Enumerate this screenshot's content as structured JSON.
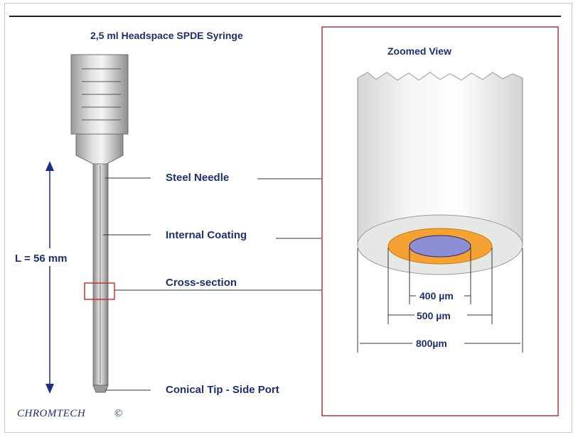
{
  "diagram": {
    "title": "2,5 ml Headspace SPDE Syringe",
    "zoomed_title": "Zoomed View",
    "length_label": "L = 56 mm",
    "labels": {
      "steel_needle": "Steel Needle",
      "internal_coating": "Internal Coating",
      "cross_section": "Cross-section",
      "conical_tip": "Conical Tip - Side Port"
    },
    "dimensions": {
      "inner": "400 µm",
      "middle": "500 µm",
      "outer": "800µm"
    },
    "brand": "CHROMTECH",
    "copyright_symbol": "©"
  },
  "colors": {
    "label_text": "#1e2f6e",
    "arrow": "#1e2f8a",
    "zoom_border": "#a83a3a",
    "cross_section_box": "#cc3333",
    "coating": "#f5a133",
    "bore": "#8c8fd6",
    "tube": "#e6e8e6"
  }
}
